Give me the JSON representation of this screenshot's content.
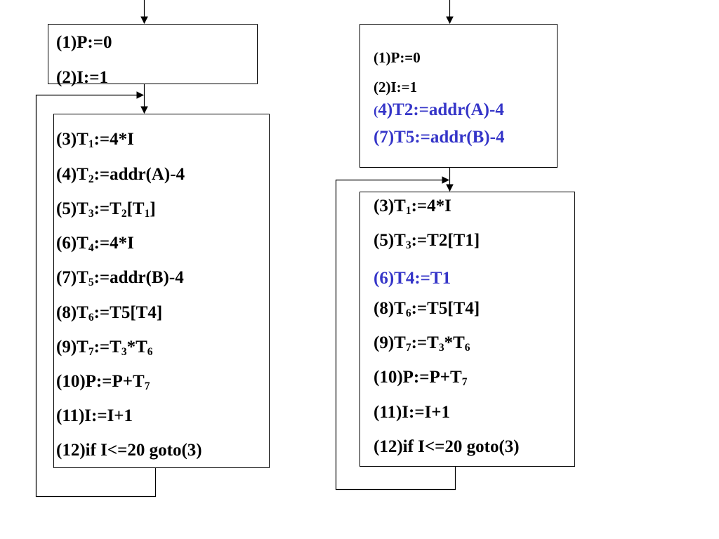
{
  "colors": {
    "stroke": "#000000",
    "text": "#000000",
    "highlight": "#3535c8"
  },
  "left": {
    "init": [
      {
        "parts": [
          {
            "t": "(1)P:=0"
          }
        ]
      },
      {
        "parts": [
          {
            "t": "(2)I:=1"
          }
        ]
      }
    ],
    "loop": [
      {
        "parts": [
          {
            "t": "(3)T"
          },
          {
            "sub": "1"
          },
          {
            "t": ":=4*I"
          }
        ]
      },
      {
        "parts": [
          {
            "t": "(4)T"
          },
          {
            "sub": "2"
          },
          {
            "t": ":=addr(A)-4"
          }
        ]
      },
      {
        "parts": [
          {
            "t": "(5)T"
          },
          {
            "sub": "3"
          },
          {
            "t": ":=T"
          },
          {
            "sub": "2"
          },
          {
            "t": "[T"
          },
          {
            "sub": "1"
          },
          {
            "t": "]"
          }
        ]
      },
      {
        "parts": [
          {
            "t": "(6)T"
          },
          {
            "sub": "4"
          },
          {
            "t": ":=4*I"
          }
        ]
      },
      {
        "parts": [
          {
            "t": "(7)T"
          },
          {
            "sub": "5"
          },
          {
            "t": ":=addr(B)-4"
          }
        ]
      },
      {
        "parts": [
          {
            "t": "(8)T"
          },
          {
            "sub": "6"
          },
          {
            "t": ":=T5[T4]"
          }
        ]
      },
      {
        "parts": [
          {
            "t": "(9)T"
          },
          {
            "sub": "7"
          },
          {
            "t": ":=T"
          },
          {
            "sub": "3"
          },
          {
            "t": "*T"
          },
          {
            "sub": "6"
          }
        ]
      },
      {
        "parts": [
          {
            "t": "(10)P:=P+T"
          },
          {
            "sub": "7"
          }
        ]
      },
      {
        "parts": [
          {
            "t": "(11)I:=I+1"
          }
        ]
      },
      {
        "parts": [
          {
            "t": "(12)if  I<=20  goto(3)"
          }
        ]
      }
    ]
  },
  "right": {
    "init": [
      {
        "parts": [
          {
            "t": "(1)P:=0"
          }
        ]
      },
      {
        "parts": [
          {
            "t": "(2)I:=1"
          }
        ]
      },
      {
        "parts": [
          {
            "t": "(",
            "small": true
          },
          {
            "t": "4)T2:=addr(A)-4"
          }
        ],
        "highlight": true
      },
      {
        "parts": [
          {
            "t": "(7)T5:=addr(B)-4"
          }
        ],
        "highlight": true
      }
    ],
    "loop": [
      {
        "parts": [
          {
            "t": "(3)T"
          },
          {
            "sub": "1"
          },
          {
            "t": ":=4*I"
          }
        ]
      },
      {
        "parts": [
          {
            "t": "(5)T"
          },
          {
            "sub": "3"
          },
          {
            "t": ":=T2[T1]"
          }
        ]
      },
      {
        "parts": [
          {
            "t": "(6)T4:=T1"
          }
        ],
        "highlight": true
      },
      {
        "parts": [
          {
            "t": "(8)T"
          },
          {
            "sub": "6"
          },
          {
            "t": ":=T5[T4]"
          }
        ]
      },
      {
        "parts": [
          {
            "t": "(9)T"
          },
          {
            "sub": "7"
          },
          {
            "t": ":=T"
          },
          {
            "sub": "3"
          },
          {
            "t": "*T"
          },
          {
            "sub": "6"
          }
        ]
      },
      {
        "parts": [
          {
            "t": "(10)P:=P+T"
          },
          {
            "sub": "7"
          }
        ]
      },
      {
        "parts": [
          {
            "t": "(11)I:=I+1"
          }
        ]
      },
      {
        "parts": [
          {
            "t": "(12)if I<=20 goto(3)"
          }
        ]
      }
    ]
  }
}
